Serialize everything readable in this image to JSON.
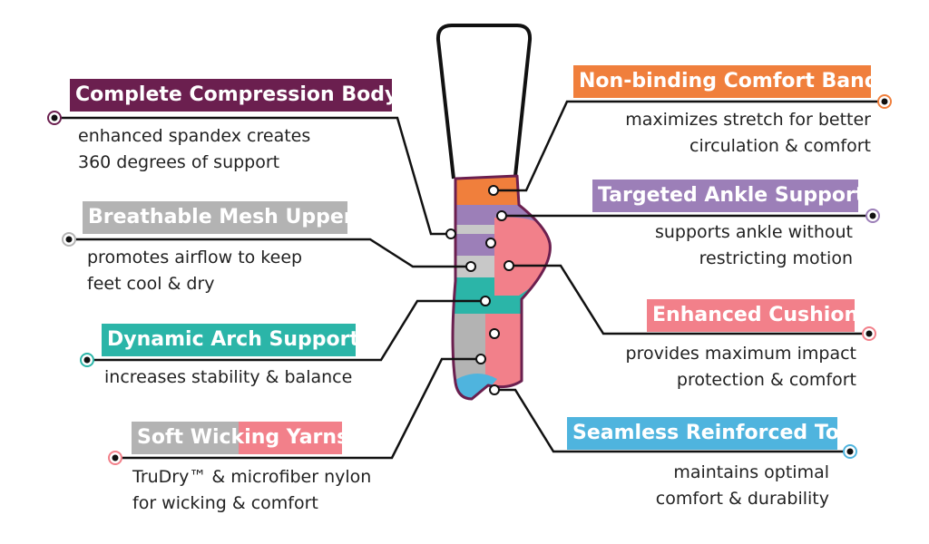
{
  "colors": {
    "plum": "#6b1f4f",
    "orange": "#f07f3c",
    "lavender": "#9c7fb8",
    "gray": "#b3b3b3",
    "teal": "#2bb5a8",
    "pink": "#f2808a",
    "blue": "#4fb4de",
    "line": "#111111"
  },
  "features": {
    "compression": {
      "title": "Complete Compression Body",
      "lines": [
        "enhanced spandex creates",
        "360 degrees of support"
      ]
    },
    "mesh": {
      "title": "Breathable Mesh Upper",
      "lines": [
        "promotes airflow to keep",
        "feet cool & dry"
      ]
    },
    "arch": {
      "title": "Dynamic Arch Support",
      "lines": [
        "increases stability & balance"
      ]
    },
    "wicking": {
      "title_a": "Soft Wick",
      "title_b": "ing Yarns",
      "lines": [
        "TruDry™ & microfiber nylon",
        "for wicking & comfort"
      ]
    },
    "band": {
      "title": "Non-binding Comfort Band",
      "lines": [
        "maximizes stretch for better",
        "circulation & comfort"
      ]
    },
    "ankle": {
      "title": "Targeted Ankle Support",
      "lines": [
        "supports ankle without",
        "restricting motion"
      ]
    },
    "cushion": {
      "title": "Enhanced Cushion",
      "lines": [
        "provides maximum impact",
        "protection & comfort"
      ]
    },
    "toe": {
      "title": "Seamless Reinforced Toe",
      "lines": [
        "maintains optimal",
        "comfort & durability"
      ]
    }
  }
}
